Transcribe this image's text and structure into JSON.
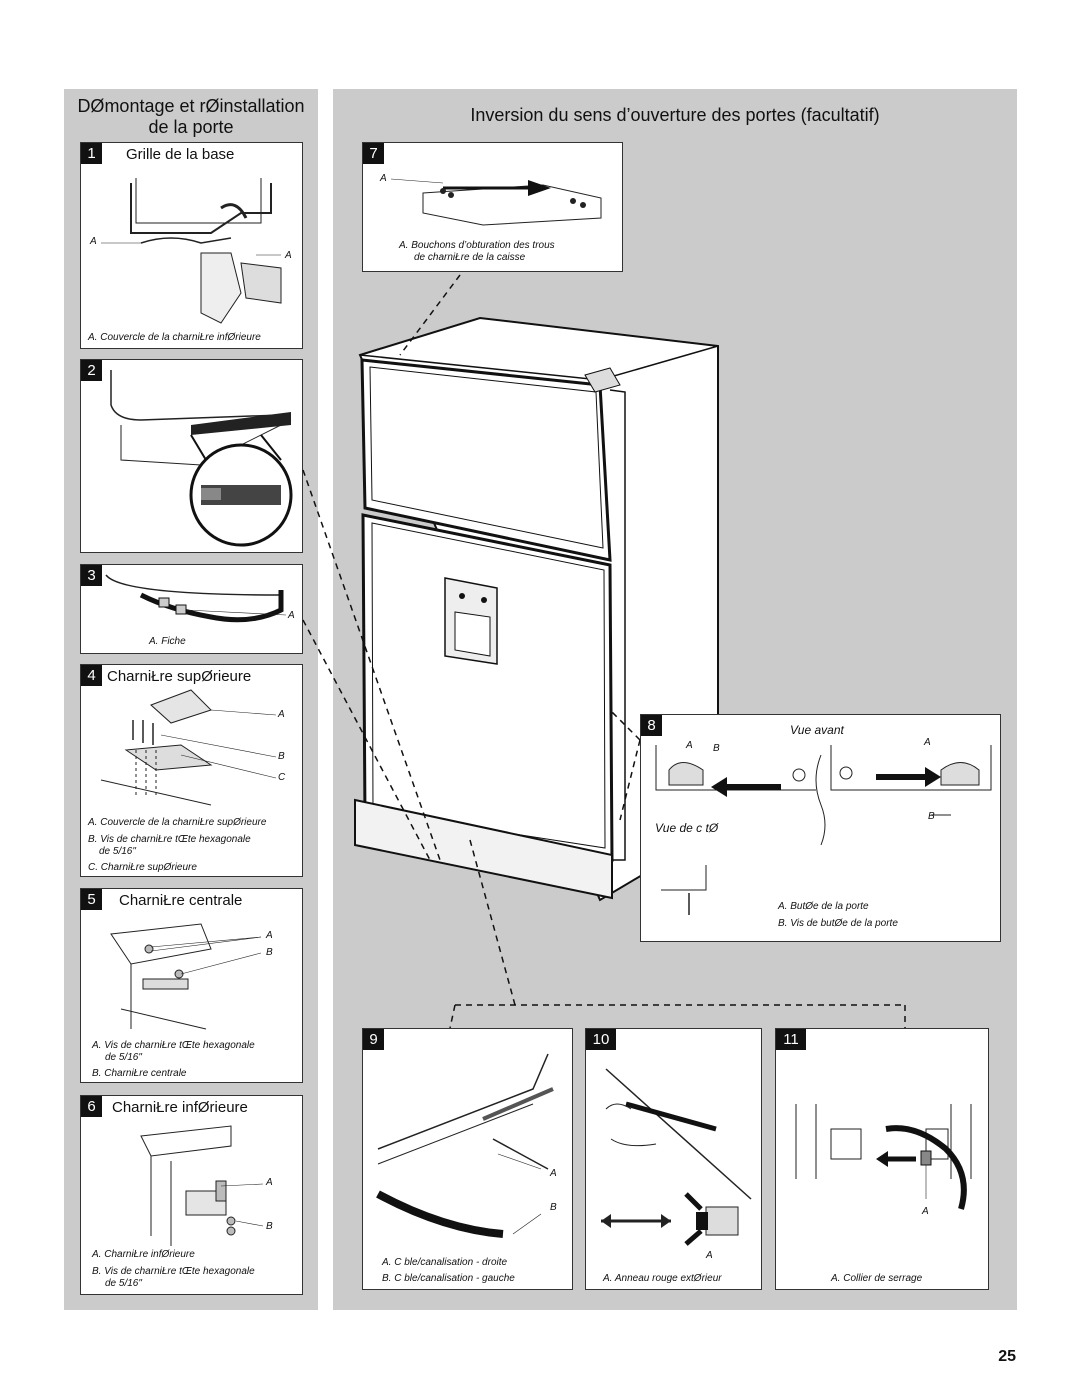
{
  "left_panel": {
    "title_line1": "DØmontage et rØinstallation",
    "title_line2": "de la porte",
    "steps": [
      {
        "num": "1",
        "title": "Grille de la base",
        "labels": [
          "A",
          "A"
        ],
        "captions": [
          "A. Couvercle de la charniŁre infØrieure"
        ]
      },
      {
        "num": "2",
        "title": "",
        "labels": [],
        "captions": []
      },
      {
        "num": "3",
        "title": "",
        "labels": [
          "A"
        ],
        "captions": [
          "A. Fiche"
        ]
      },
      {
        "num": "4",
        "title": "CharniŁre supØrieure",
        "labels": [
          "A",
          "B",
          "C"
        ],
        "captions": [
          "A. Couvercle de la charniŁre supØrieure",
          "B. Vis de charniŁre   tŒte hexagonale",
          "de 5/16\"",
          "C. CharniŁre supØrieure"
        ]
      },
      {
        "num": "5",
        "title": "CharniŁre centrale",
        "labels": [
          "A",
          "B"
        ],
        "captions": [
          "A. Vis de charniŁre   tŒte hexagonale",
          "de 5/16\"",
          "B. CharniŁre centrale"
        ]
      },
      {
        "num": "6",
        "title": "CharniŁre infØrieure",
        "labels": [
          "A",
          "B"
        ],
        "captions": [
          "A. CharniŁre infØrieure",
          "B. Vis de charniŁre   tŒte hexagonale",
          "de 5/16\""
        ]
      }
    ]
  },
  "right_panel": {
    "title": "Inversion du sens d’ouverture des portes (facultatif)",
    "step7": {
      "num": "7",
      "labels": [
        "A"
      ],
      "captions": [
        "A. Bouchons d’obturation des trous",
        "de charniŁre de la caisse"
      ]
    },
    "step8": {
      "num": "8",
      "front_view": "Vue avant",
      "side_view": "Vue de c tØ",
      "labels": [
        "A",
        "B",
        "A",
        "B"
      ],
      "captions": [
        "A. ButØe de la porte",
        "B. Vis de butØe de la porte"
      ]
    },
    "step9": {
      "num": "9",
      "labels": [
        "A",
        "B"
      ],
      "captions": [
        "A. C ble/canalisation - droite",
        "B. C ble/canalisation - gauche"
      ]
    },
    "step10": {
      "num": "10",
      "labels": [
        "A"
      ],
      "captions": [
        "A. Anneau rouge extØrieur"
      ]
    },
    "step11": {
      "num": "11",
      "labels": [
        "A"
      ],
      "captions": [
        "A. Collier de serrage"
      ]
    }
  },
  "page_number": "25"
}
